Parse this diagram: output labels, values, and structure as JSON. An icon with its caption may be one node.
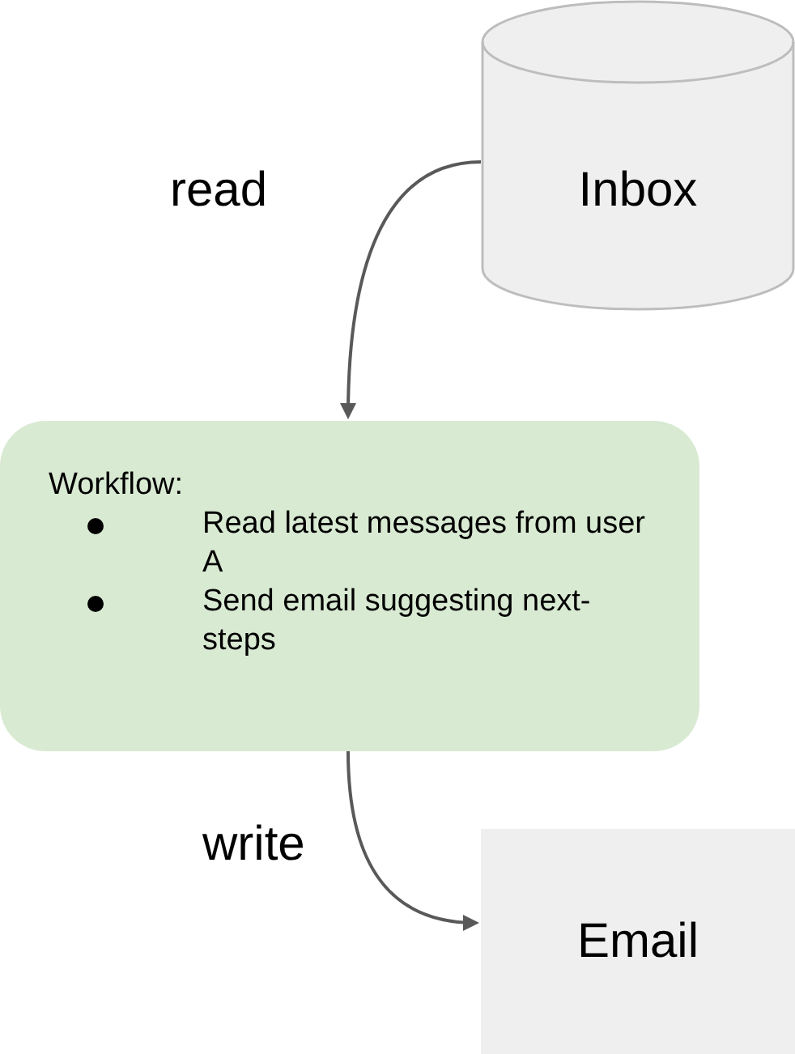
{
  "diagram": {
    "nodes": [
      {
        "text": [
          "Inbox"
        ]
      },
      {
        "text": [
          "Workflow:",
          "Read latest messages from user A",
          "Send email suggesting next-steps"
        ]
      },
      {
        "text": [
          "Email"
        ]
      }
    ],
    "edges": [
      {
        "from": 0,
        "to": 1,
        "arrow": "to",
        "label": "read"
      },
      {
        "from": 1,
        "to": 2,
        "arrow": "to",
        "label": "write"
      }
    ]
  }
}
